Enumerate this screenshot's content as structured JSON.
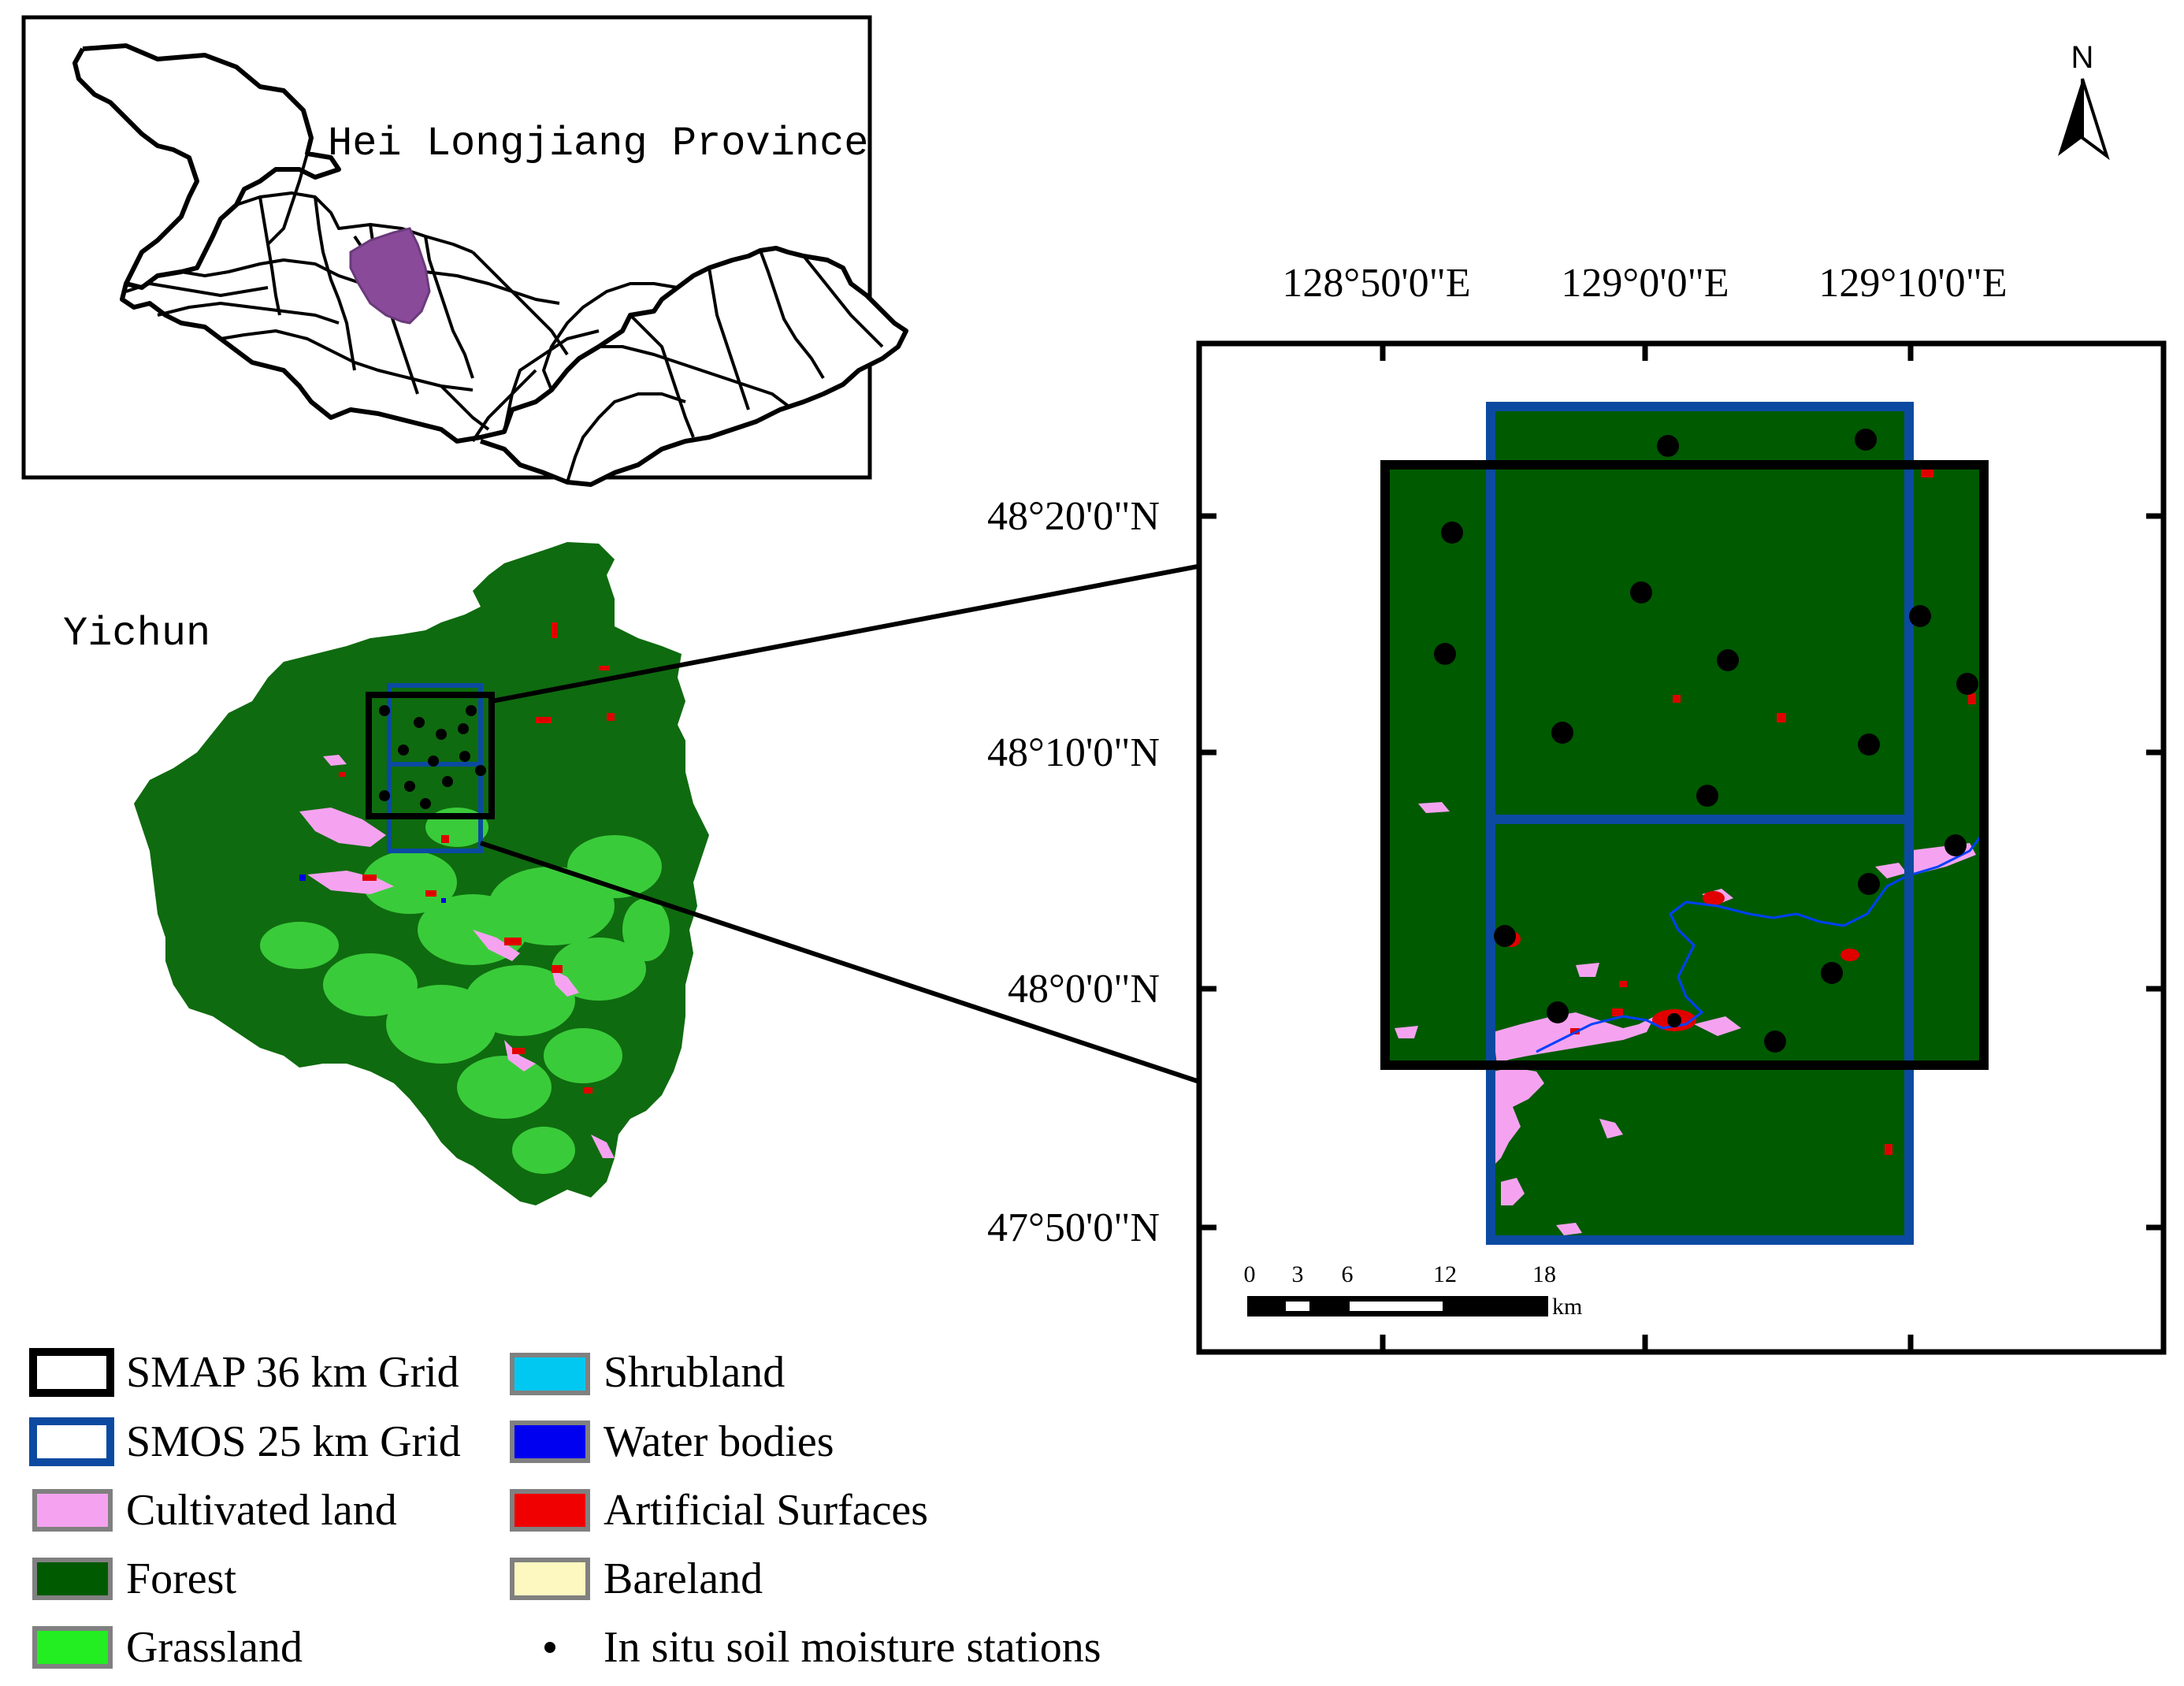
{
  "inset": {
    "province_label": "Hei Longjiang Province",
    "region_label": "Yichun"
  },
  "north_arrow": {
    "label": "N"
  },
  "map": {
    "lon_labels": [
      "128°50'0\"E",
      "129°0'0\"E",
      "129°10'0\"E"
    ],
    "lat_labels": [
      "48°20'0\"N",
      "48°10'0\"N",
      "48°0'0\"N",
      "47°50'0\"N"
    ]
  },
  "scale_bar": {
    "ticks": [
      "0",
      "3",
      "6",
      "12",
      "18"
    ],
    "unit": "km"
  },
  "legend": {
    "items": [
      {
        "label": "SMAP 36 km Grid",
        "type": "outline",
        "color": "#000000"
      },
      {
        "label": "SMOS 25 km Grid",
        "type": "outline",
        "color": "#0b4aa0"
      },
      {
        "label": "Cultivated land",
        "type": "fill",
        "color": "#f5a3f0"
      },
      {
        "label": "Forest",
        "type": "fill",
        "color": "#005a00"
      },
      {
        "label": "Grassland",
        "type": "fill",
        "color": "#22ee22"
      },
      {
        "label": "Shrubland",
        "type": "fill",
        "color": "#00c8f0"
      },
      {
        "label": "Water bodies",
        "type": "fill",
        "color": "#0000f0"
      },
      {
        "label": "Artificial Surfaces",
        "type": "fill",
        "color": "#f00000"
      },
      {
        "label": "Bareland",
        "type": "fill",
        "color": "#fdf8c0"
      },
      {
        "label": "In situ soil moisture stations",
        "type": "point",
        "color": "#000000"
      }
    ]
  }
}
